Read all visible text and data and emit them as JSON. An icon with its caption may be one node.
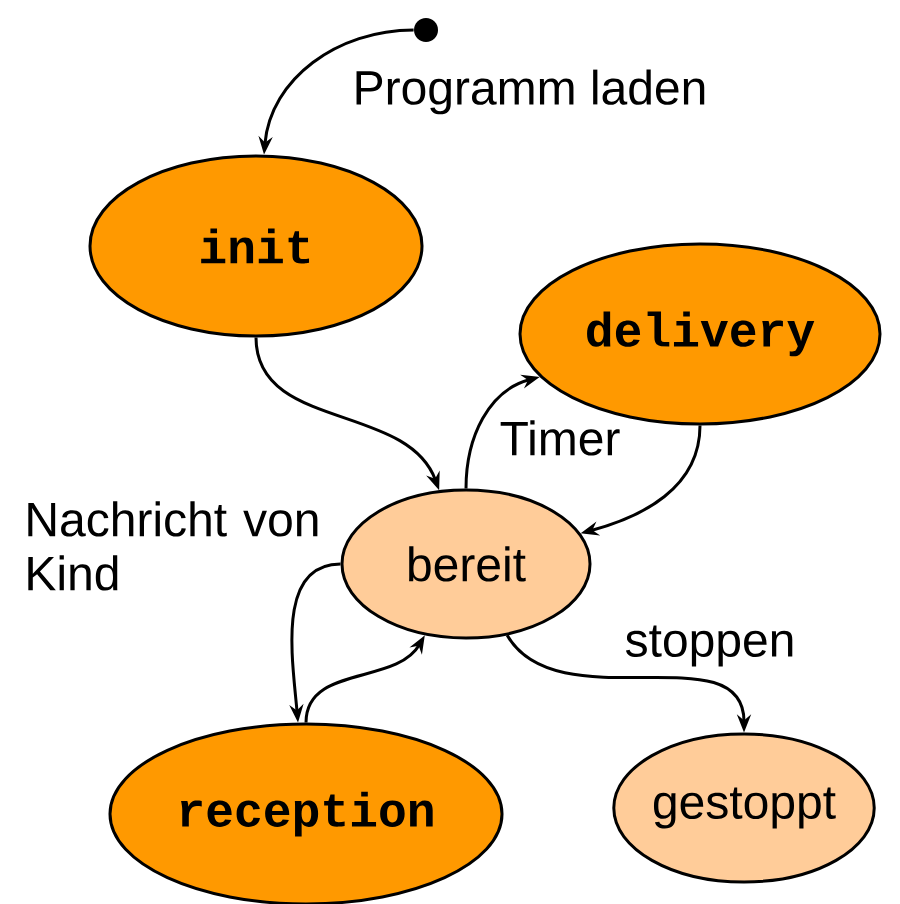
{
  "diagram": {
    "nodes": [
      {
        "text": [],
        "shape": "circle"
      },
      {
        "text": [
          "init"
        ]
      },
      {
        "text": [
          "delivery"
        ]
      },
      {
        "text": [
          "bereit"
        ]
      },
      {
        "text": [
          "reception"
        ]
      },
      {
        "text": [
          "gestoppt"
        ]
      }
    ],
    "edges": [
      {
        "from": 0,
        "to": 1,
        "arrow": "to",
        "label": "Programm laden"
      },
      {
        "from": 1,
        "to": 3,
        "arrow": "to"
      },
      {
        "from": 3,
        "to": 2,
        "arrow": "to",
        "label": "Timer"
      },
      {
        "from": 2,
        "to": 3,
        "arrow": "to"
      },
      {
        "from": 3,
        "to": 4,
        "arrow": "to",
        "label": "Nachricht von Kind"
      },
      {
        "from": 4,
        "to": 3,
        "arrow": "to"
      },
      {
        "from": 3,
        "to": 5,
        "arrow": "to",
        "label": "stoppen"
      }
    ]
  }
}
